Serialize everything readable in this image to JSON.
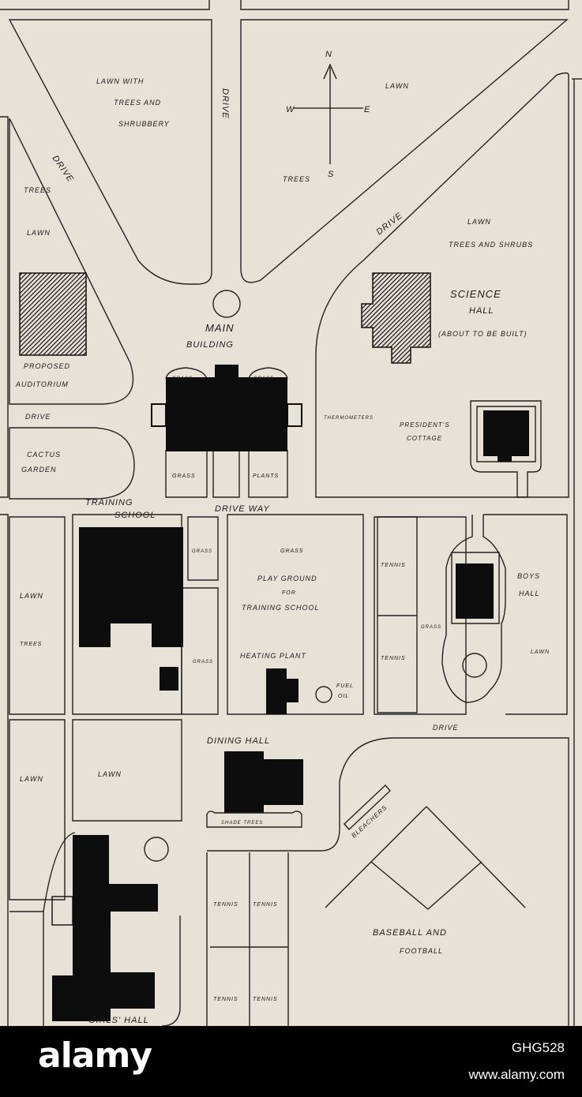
{
  "map": {
    "compass": {
      "n": "N",
      "s": "S",
      "e": "E",
      "w": "W"
    },
    "labels": {
      "lawn_with_trees_1": "LAWN WITH",
      "lawn_with_trees_2": "TREES AND",
      "lawn_with_trees_3": "SHRUBBERY",
      "drive_vertical": "DRIVE",
      "drive_diag_left": "DRIVE",
      "drive_diag_right": "DRIVE",
      "lawn_top_right": "LAWN",
      "trees_top": "TREES",
      "trees_left": "TREES",
      "lawn_left": "LAWN",
      "lawn_right_1": "LAWN",
      "lawn_right_2": "TREES AND SHRUBS",
      "science_hall_1": "SCIENCE",
      "science_hall_2": "HALL",
      "science_hall_3": "(ABOUT TO BE BUILT)",
      "main_building_1": "MAIN",
      "main_building_2": "BUILDING",
      "proposed_aud_1": "PROPOSED",
      "proposed_aud_2": "AUDITORIUM",
      "grass_nw": "GRASS",
      "grass_ne": "GRASS",
      "grass_s": "GRASS",
      "plants": "PLANTS",
      "thermometers": "THERMOMETERS",
      "presidents_cottage_1": "PRESIDENT'S",
      "presidents_cottage_2": "COTTAGE",
      "drive_left": "DRIVE",
      "cactus_1": "CACTUS",
      "cactus_2": "GARDEN",
      "training_school_1": "TRAINING",
      "training_school_2": "SCHOOL",
      "driveway": "DRIVE WAY",
      "grass_small": "GRASS",
      "grass_pg": "GRASS",
      "playground_1": "PLAY GROUND",
      "playground_2": "FOR",
      "playground_3": "TRAINING SCHOOL",
      "heating_plant": "HEATING PLANT",
      "fuel_1": "FUEL",
      "fuel_2": "OIL",
      "grass_mid": "GRASS",
      "tennis_1": "TENNIS",
      "tennis_2": "TENNIS",
      "grass_boys": "GRASS",
      "boys_hall_1": "BOYS",
      "boys_hall_2": "HALL",
      "lawn_boys": "LAWN",
      "lawn_mid_left": "LAWN",
      "trees_mid_left": "TREES",
      "drive_bottom_right": "DRIVE",
      "dining_hall": "DINING HALL",
      "lawn_lower_left": "LAWN",
      "lawn_lower_mid": "LAWN",
      "shade_trees": "SHADE TREES",
      "bleachers": "BLEACHERS",
      "tennis_3": "TENNIS",
      "tennis_4": "TENNIS",
      "tennis_5": "TENNIS",
      "tennis_6": "TENNIS",
      "baseball_1": "BASEBALL AND",
      "baseball_2": "FOOTBALL",
      "girls_hall": "GIRLS' HALL"
    }
  },
  "footer": {
    "logo": "alamy",
    "image_id": "GHG528",
    "url": "www.alamy.com"
  },
  "colors": {
    "paper": "#e6e2d8",
    "ink": "#0d0d0d",
    "footer": "#000000"
  }
}
